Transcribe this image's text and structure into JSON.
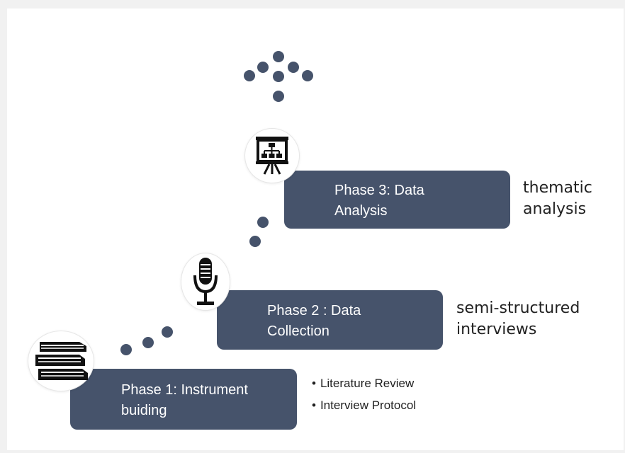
{
  "colors": {
    "box_fill": "#46536b",
    "dot": "#46536b",
    "background": "#ffffff",
    "text": "#222222"
  },
  "phases": [
    {
      "lines": [
        "Phase 1: Instrument",
        "buiding"
      ],
      "icon": "books-icon",
      "details": [
        "Literature Review",
        "Interview Protocol"
      ]
    },
    {
      "lines": [
        "Phase 2 : Data",
        "Collection"
      ],
      "icon": "microphone-icon",
      "side_lines": [
        "semi-structured",
        "interviews"
      ]
    },
    {
      "lines": [
        "Phase 3: Data",
        "Analysis"
      ],
      "icon": "presentation-board-icon",
      "side_lines": [
        "thematic",
        "analysis"
      ]
    }
  ]
}
